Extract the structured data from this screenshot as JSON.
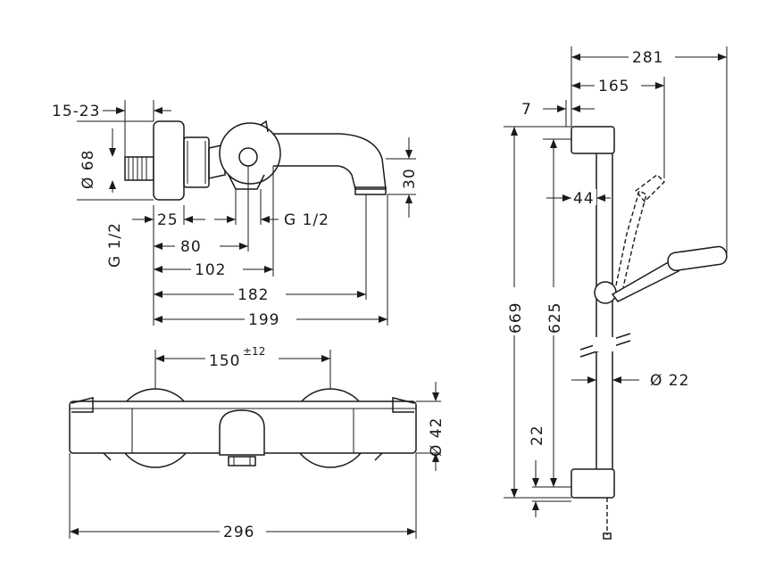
{
  "dimensions": {
    "inlet_range": "15-23",
    "spout_diameter": "Ø 68",
    "thread_left": "G 1/2",
    "thread_right": "G 1/2",
    "d25": "25",
    "d80": "80",
    "d102": "102",
    "d182": "182",
    "d199": "199",
    "d30": "30",
    "centers": "150",
    "centers_tol": "±12",
    "rosette_diameter": "Ø 42",
    "width_total": "296",
    "rail_281": "281",
    "rail_165": "165",
    "rail_7": "7",
    "rail_44": "44",
    "rail_669": "669",
    "rail_625": "625",
    "rail_22": "22",
    "rail_diameter": "Ø 22"
  }
}
